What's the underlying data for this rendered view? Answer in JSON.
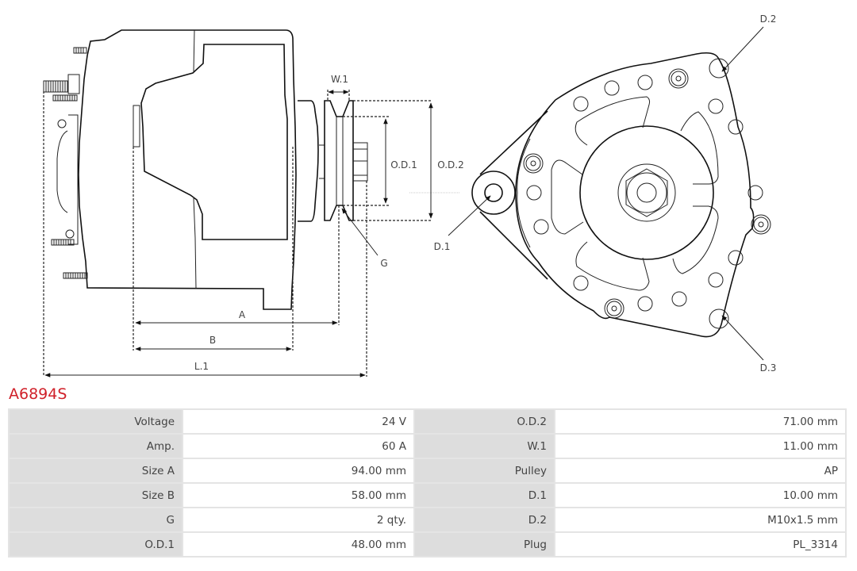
{
  "product": {
    "code": "A6894S"
  },
  "drawing": {
    "labels": {
      "w1": "W.1",
      "od1": "O.D.1",
      "od2": "O.D.2",
      "g": "G",
      "a": "A",
      "b": "B",
      "l1": "L.1",
      "d1": "D.1",
      "d2": "D.2",
      "d3": "D.3"
    }
  },
  "specs": {
    "rows": [
      {
        "left_label": "Voltage",
        "left_value": "24 V",
        "right_label": "O.D.2",
        "right_value": "71.00 mm"
      },
      {
        "left_label": "Amp.",
        "left_value": "60 A",
        "right_label": "W.1",
        "right_value": "11.00 mm"
      },
      {
        "left_label": "Size A",
        "left_value": "94.00 mm",
        "right_label": "Pulley",
        "right_value": "AP"
      },
      {
        "left_label": "Size B",
        "left_value": "58.00 mm",
        "right_label": "D.1",
        "right_value": "10.00 mm"
      },
      {
        "left_label": "G",
        "left_value": "2 qty.",
        "right_label": "D.2",
        "right_value": "M10x1.5 mm"
      },
      {
        "left_label": "O.D.1",
        "left_value": "48.00 mm",
        "right_label": "Plug",
        "right_value": "PL_3314"
      }
    ]
  },
  "colors": {
    "title": "#d0212a",
    "label_cell": "#dddddd",
    "value_cell": "#ffffff",
    "grid": "#e4e4e4"
  }
}
